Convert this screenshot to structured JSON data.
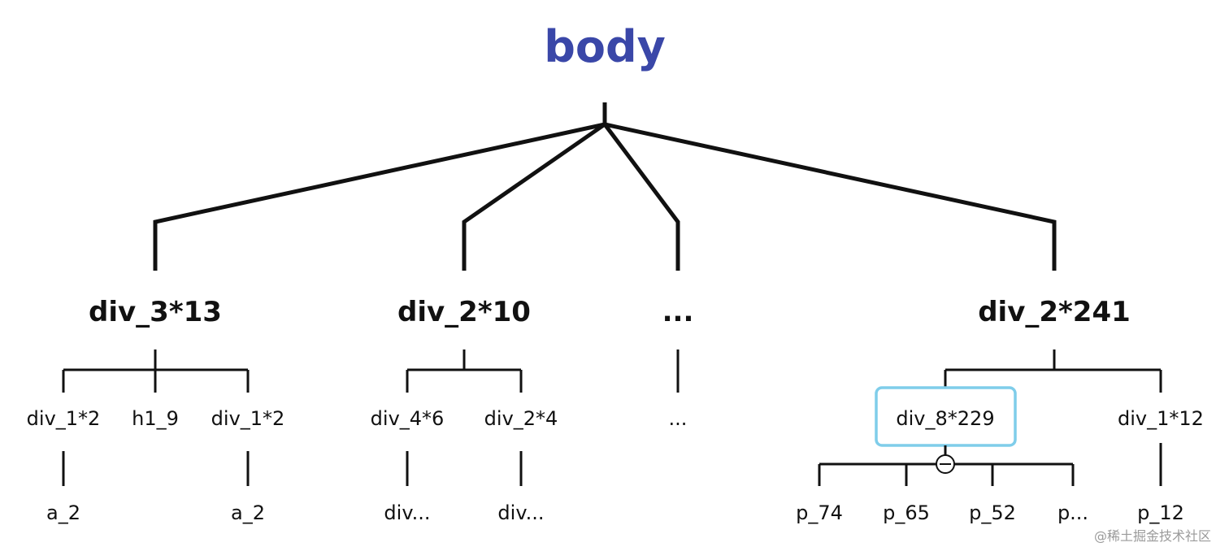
{
  "colors": {
    "root": "#3a47a8",
    "text": "#111111",
    "highlight_border": "#7fcdea",
    "watermark": "#9a9a9a"
  },
  "tree": {
    "root": "body",
    "level1": [
      {
        "label": "div_3*13",
        "children": [
          {
            "label": "div_1*2",
            "children": [
              "a_2"
            ]
          },
          {
            "label": "h1_9",
            "children": []
          },
          {
            "label": "div_1*2",
            "children": [
              "a_2"
            ]
          }
        ]
      },
      {
        "label": "div_2*10",
        "children": [
          {
            "label": "div_4*6",
            "children": [
              "div..."
            ]
          },
          {
            "label": "div_2*4",
            "children": [
              "div..."
            ]
          }
        ]
      },
      {
        "label": "...",
        "children": [
          {
            "label": "...",
            "children": []
          }
        ]
      },
      {
        "label": "div_2*241",
        "children": [
          {
            "label": "div_8*229",
            "highlighted": true,
            "collapse_icon": "minus-circle-icon",
            "children": [
              "p_74",
              "p_65",
              "p_52",
              "p..."
            ]
          },
          {
            "label": "div_1*12",
            "children": [
              "p_12"
            ]
          }
        ]
      }
    ]
  },
  "watermark": "@稀土掘金技术社区"
}
